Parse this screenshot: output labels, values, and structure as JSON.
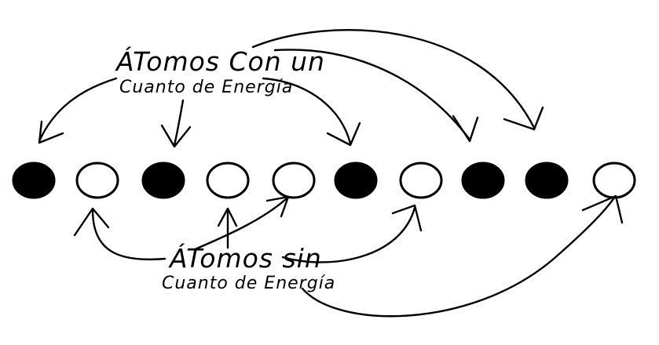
{
  "labels": {
    "with_energy_line1": "ÁTomos Con un",
    "with_energy_line2": "Cuanto de Energía",
    "without_energy_line1": "ÁTomos sin",
    "without_energy_line2": "Cuanto de Energía"
  },
  "atoms": [
    {
      "state": "filled"
    },
    {
      "state": "empty"
    },
    {
      "state": "filled"
    },
    {
      "state": "empty"
    },
    {
      "state": "empty"
    },
    {
      "state": "filled"
    },
    {
      "state": "empty"
    },
    {
      "state": "filled"
    },
    {
      "state": "filled"
    },
    {
      "state": "empty"
    }
  ],
  "colors": {
    "ink": "#000000",
    "background": "#ffffff"
  }
}
